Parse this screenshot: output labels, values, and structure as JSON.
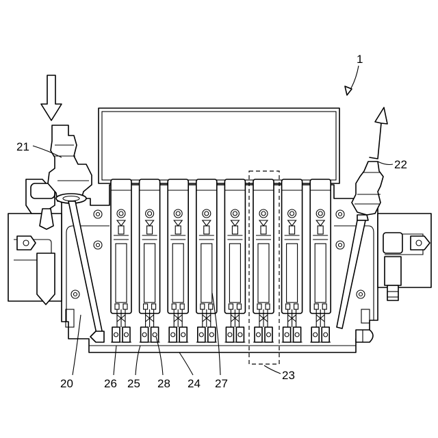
{
  "labels": {
    "assembly": "1",
    "inlet_port": "21",
    "outlet_port": "22",
    "base_body": "20",
    "detail_frame": "23",
    "part_24": "24",
    "part_25": "25",
    "part_26": "26",
    "part_27": "27",
    "part_28": "28"
  },
  "module_count": 8
}
